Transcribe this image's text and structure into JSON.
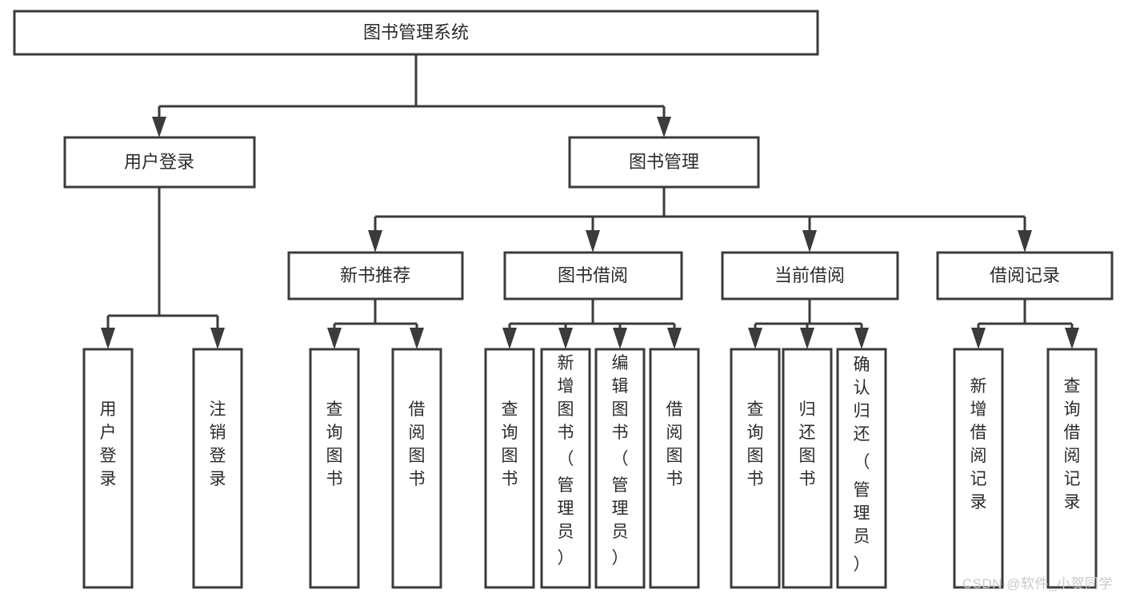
{
  "diagram": {
    "title": "图书管理系统",
    "type": "tree-hierarchy-chart",
    "watermark": "CSDN @软件_小贺同学",
    "colors": {
      "stroke": "#3b3b3b",
      "fill": "#ffffff",
      "text": "#2b2b2b",
      "watermark": "#c9c9c9",
      "background": "#ffffff"
    },
    "levels": {
      "root": {
        "label": "图书管理系统"
      },
      "level2": [
        {
          "label": "用户登录"
        },
        {
          "label": "图书管理"
        }
      ],
      "level3": [
        {
          "label": "新书推荐"
        },
        {
          "label": "图书借阅"
        },
        {
          "label": "当前借阅"
        },
        {
          "label": "借阅记录"
        }
      ],
      "leaves": [
        {
          "label": "用户登录",
          "parent": "用户登录"
        },
        {
          "label": "注销登录",
          "parent": "用户登录"
        },
        {
          "label": "查询图书",
          "parent": "新书推荐"
        },
        {
          "label": "借阅图书",
          "parent": "新书推荐"
        },
        {
          "label": "查询图书",
          "parent": "图书借阅"
        },
        {
          "label": "新增图书（管理员）",
          "parent": "图书借阅"
        },
        {
          "label": "编辑图书（管理员）",
          "parent": "图书借阅"
        },
        {
          "label": "借阅图书",
          "parent": "图书借阅"
        },
        {
          "label": "查询图书",
          "parent": "当前借阅"
        },
        {
          "label": "归还图书",
          "parent": "当前借阅"
        },
        {
          "label": "确认归还（管理员）",
          "parent": "当前借阅"
        },
        {
          "label": "新增借阅记录",
          "parent": "借阅记录"
        },
        {
          "label": "查询借阅记录",
          "parent": "借阅记录"
        }
      ]
    }
  }
}
